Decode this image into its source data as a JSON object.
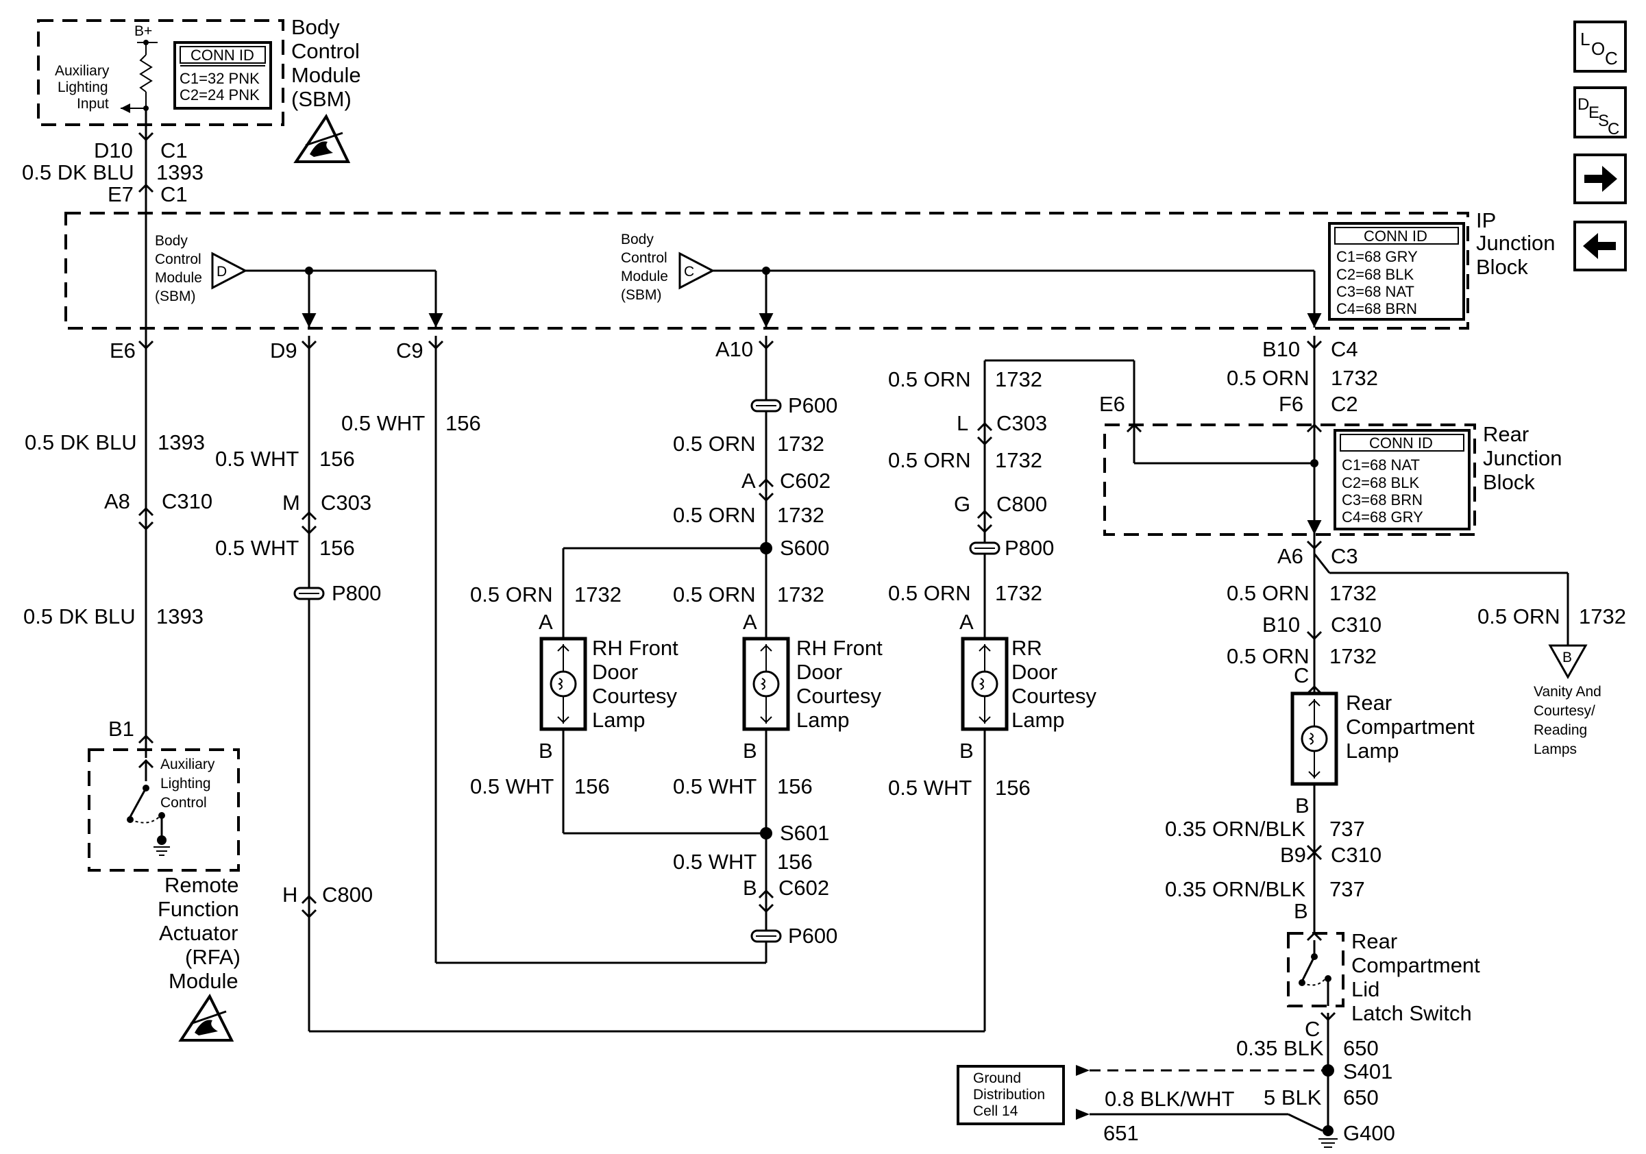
{
  "nav": {
    "loc_icon": "LOC",
    "desc_icon": "DESC",
    "next_icon": "arrow-right",
    "prev_icon": "arrow-left"
  },
  "labels": {
    "bcm_top": [
      "Body",
      "Control",
      "Module",
      "(SBM)"
    ],
    "aux_input": [
      "Auxiliary",
      "Lighting",
      "Input"
    ],
    "bplus": "B+",
    "bcm_conn": [
      "CONN ID",
      "C1=32 PNK",
      "C2=24 PNK"
    ],
    "ipjb": [
      "IP",
      "Junction",
      "Block"
    ],
    "ipjb_conn": [
      "CONN ID",
      "C1=68 GRY",
      "C2=68 BLK",
      "C3=68 NAT",
      "C4=68 BRN"
    ],
    "bcm_d": [
      "Body",
      "Control",
      "Module",
      "(SBM)"
    ],
    "bcm_c": [
      "Body",
      "Control",
      "Module",
      "(SBM)"
    ],
    "rjb": [
      "Rear",
      "Junction",
      "Block"
    ],
    "rjb_conn": [
      "CONN ID",
      "C1=68 NAT",
      "C2=68 BLK",
      "C3=68 BRN",
      "C4=68 GRY"
    ],
    "aux_ctrl": [
      "Auxiliary",
      "Lighting",
      "Control"
    ],
    "rfa": [
      "Remote",
      "Function",
      "Actuator",
      "(RFA)",
      "Module"
    ],
    "rh1": [
      "RH Front",
      "Door",
      "Courtesy",
      "Lamp"
    ],
    "rh2": [
      "RH Front",
      "Door",
      "Courtesy",
      "Lamp"
    ],
    "rr": [
      "RR",
      "Door",
      "Courtesy",
      "Lamp"
    ],
    "rcl": [
      "Rear",
      "Compartment",
      "Lamp"
    ],
    "vanity": [
      "Vanity And",
      "Courtesy/",
      "Reading",
      "Lamps"
    ],
    "latch": [
      "Rear",
      "Compartment",
      "Lid",
      "Latch Switch"
    ],
    "gdc": [
      "Ground",
      "Distribution",
      "Cell 14"
    ],
    "tri_d": "D",
    "tri_c": "C",
    "tri_b": "B"
  },
  "wires": {
    "top": [
      "D10",
      "C1",
      "0.5 DK BLU",
      "1393",
      "E7",
      "C1"
    ],
    "e6": "E6",
    "d9": "D9",
    "c9": "C9",
    "a10": "A10",
    "b10_top": "B10",
    "c4": "C4",
    "orn_top": "0.5 ORN",
    "n1732_top": "1732",
    "f6": "F6",
    "c2": "C2",
    "col1": [
      "0.5 DK BLU",
      "1393",
      "A8",
      "C310",
      "0.5 DK BLU",
      "1393",
      "B1"
    ],
    "col2": [
      "0.5 WHT",
      "156",
      "M",
      "C303",
      "0.5 WHT",
      "156",
      "P800",
      "H",
      "C800"
    ],
    "col3": [
      "0.5 WHT",
      "156"
    ],
    "col4": [
      "P600",
      "0.5 ORN",
      "1732",
      "A",
      "C602",
      "0.5 ORN",
      "1732",
      "S600",
      "0.5 ORN",
      "1732",
      "A",
      "B",
      "0.5 WHT",
      "156",
      "S601",
      "0.5 WHT",
      "156",
      "B",
      "C602",
      "P600"
    ],
    "col_rh1": [
      "0.5 ORN",
      "1732",
      "A",
      "B",
      "0.5 WHT",
      "156"
    ],
    "col_rr": [
      "0.5 ORN",
      "1732",
      "L",
      "C303",
      "0.5 ORN",
      "1732",
      "G",
      "C800",
      "P800",
      "0.5 ORN",
      "1732",
      "A",
      "B",
      "0.5 WHT",
      "156"
    ],
    "e6_rjb": "E6",
    "col_right": [
      "A6",
      "C3",
      "0.5 ORN",
      "1732",
      "B10",
      "C310",
      "0.5 ORN",
      "1732",
      "C",
      "B",
      "0.35 ORN/BLK",
      "737",
      "B9",
      "C310",
      "0.35 ORN/BLK",
      "737",
      "B",
      "C",
      "0.35 BLK",
      "650",
      "S401",
      "5 BLK",
      "650",
      "G400"
    ],
    "vanity_wire": [
      "0.5 ORN",
      "1732"
    ],
    "ground_wire": [
      "0.8 BLK/WHT",
      "651"
    ]
  }
}
